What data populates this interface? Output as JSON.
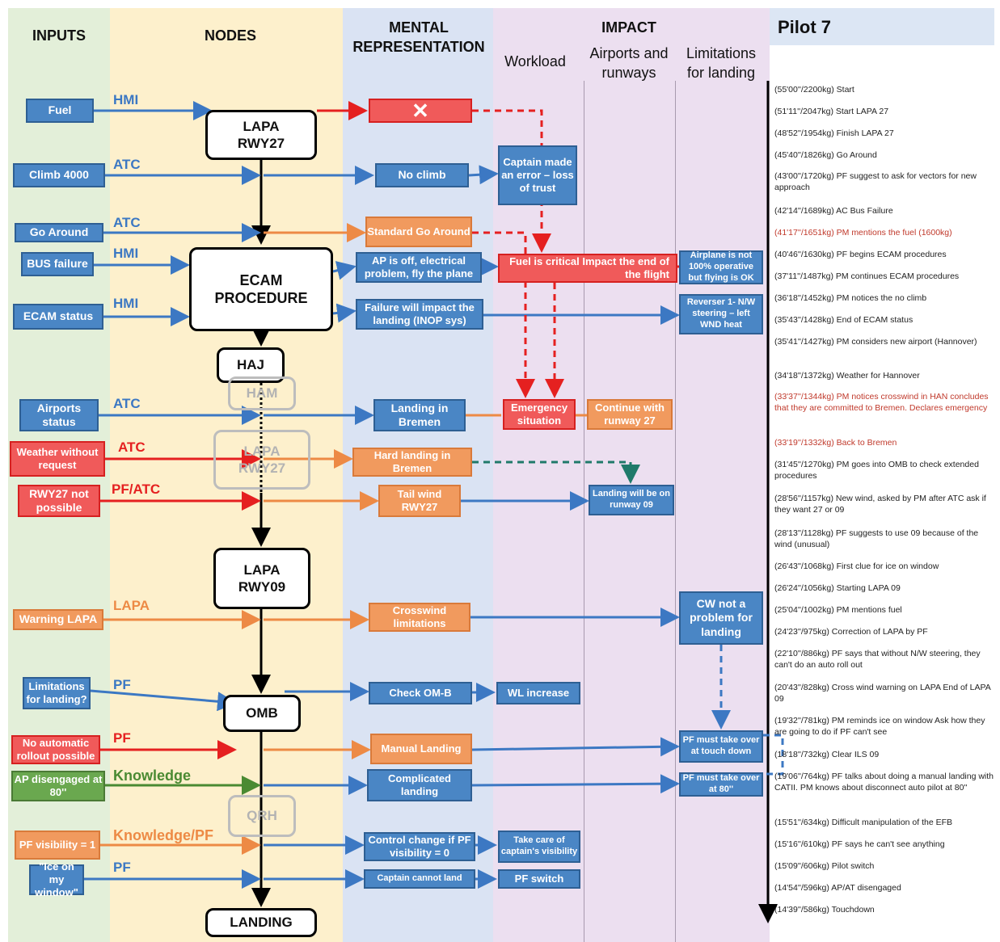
{
  "headers": {
    "inputs": "INPUTS",
    "nodes": "NODES",
    "mental": "MENTAL REPRESENTATION",
    "impact": "IMPACT",
    "workload": "Workload",
    "airports": "Airports and runways",
    "limitations": "Limitations for landing",
    "pilot": "Pilot 7"
  },
  "inputs": {
    "fuel": "Fuel",
    "climb": "Climb 4000",
    "goaround": "Go Around",
    "bus": "BUS failure",
    "ecam": "ECAM status",
    "airports": "Airports status",
    "weather": "Weather without request",
    "rwy27": "RWY27 not possible",
    "warning": "Warning LAPA",
    "limits": "Limitations for landing?",
    "noauto": "No automatic rollout possible",
    "ap80": "AP disengaged at 80''",
    "pfvis": "PF visibility = 1",
    "ice": "\"Ice on my window\""
  },
  "sources": {
    "hmi1": "HMI",
    "atc1": "ATC",
    "atc2": "ATC",
    "hmi2": "HMI",
    "hmi3": "HMI",
    "atc3": "ATC",
    "atc4": "ATC",
    "pfatc": "PF/ATC",
    "lapa": "LAPA",
    "pf1": "PF",
    "pf2": "PF",
    "knowledge": "Knowledge",
    "knowpf": "Knowledge/PF",
    "pf3": "PF"
  },
  "nodes": {
    "lapa27": "LAPA RWY27",
    "ecam": "ECAM PROCEDURE",
    "haj": "HAJ",
    "ham": "HAM",
    "lapa27b": "LAPA RWY27",
    "lapa09": "LAPA RWY09",
    "omb": "OMB",
    "qrh": "QRH",
    "landing": "LANDING"
  },
  "mental": {
    "noclimb": "No climb",
    "stdgo": "Standard Go Around",
    "apoff": "AP is off, electrical problem, fly the plane",
    "failure": "Failure will impact the landing (INOP sys)",
    "bremen": "Landing in Bremen",
    "hard": "Hard landing in Bremen",
    "tail": "Tail wind RWY27",
    "cross": "Crosswind limitations",
    "checkom": "Check OM-B",
    "manual": "Manual Landing",
    "complicated": "Complicated landing",
    "control": "Control change if PF visibility = 0",
    "cannot": "Captain cannot land"
  },
  "impact": {
    "captain": "Captain made an error – loss of trust",
    "fuelcrit": "Fuel is critical Impact the end of the flight",
    "emergency": "Emergency situation",
    "continue": "Continue with runway 27",
    "wlinc": "WL increase",
    "takecare": "Take care of captain's visibility",
    "pfswitch": "PF switch",
    "rwy09": "Landing will be on runway 09",
    "notop": "Airplane is not 100% operative but flying is OK",
    "reverser": "Reverser 1- N/W steering – left WND heat",
    "cwnot": "CW not a problem for landing",
    "takeover1": "PF must take over at touch down",
    "takeover2": "PF must take over at 80''"
  },
  "timeline": [
    {
      "text": "(55'00''/2200kg) Start",
      "highlight": false
    },
    {
      "text": "(51'11''/2047kg) Start LAPA 27",
      "highlight": false
    },
    {
      "text": "(48'52''/1954kg) Finish LAPA 27",
      "highlight": false
    },
    {
      "text": "(45'40''/1826kg) Go Around",
      "highlight": false
    },
    {
      "text": "(43'00''/1720kg) PF suggest to ask for vectors for new approach",
      "highlight": false
    },
    {
      "text": "(42'14''/1689kg) AC Bus Failure",
      "highlight": false
    },
    {
      "text": "(41'17''/1651kg) PM mentions the fuel (1600kg)",
      "highlight": true
    },
    {
      "text": "(40'46''/1630kg) PF begins ECAM procedures",
      "highlight": false
    },
    {
      "text": "(37'11''/1487kg) PM continues ECAM procedures",
      "highlight": false
    },
    {
      "text": "(36'18''/1452kg) PM notices the no climb",
      "highlight": false
    },
    {
      "text": "(35'43''/1428kg) End of ECAM status",
      "highlight": false
    },
    {
      "text": "(35'41''/1427kg) PM considers new airport (Hannover)",
      "highlight": false
    },
    {
      "text": "(34'18''/1372kg) Weather for Hannover",
      "highlight": false
    },
    {
      "text": "(33'37''/1344kg) PM notices crosswind in HAN concludes that they are committed to Bremen. Declares emergency",
      "highlight": true
    },
    {
      "text": "(33'19''/1332kg) Back to Bremen",
      "highlight": true
    },
    {
      "text": "(31'45''/1270kg) PM goes into OMB to check extended procedures",
      "highlight": false
    },
    {
      "text": "(28'56''/1157kg) New wind, asked by PM after ATC ask if they want 27 or 09",
      "highlight": false
    },
    {
      "text": "(28'13''/1128kg) PF suggests to use 09 because of the wind (unusual)",
      "highlight": false
    },
    {
      "text": "(26'43''/1068kg) First clue for ice on window",
      "highlight": false
    },
    {
      "text": "(26'24''/1056kg) Starting LAPA 09",
      "highlight": false
    },
    {
      "text": "(25'04''/1002kg) PM mentions fuel",
      "highlight": false
    },
    {
      "text": "(24'23''/975kg) Correction of LAPA by PF",
      "highlight": false
    },
    {
      "text": "(22'10''/886kg) PF says that without N/W steering, they can't do an auto roll out",
      "highlight": false
    },
    {
      "text": "(20'43''/828kg) Cross wind warning on LAPA End of LAPA 09",
      "highlight": false
    },
    {
      "text": "(19'32''/781kg) PM reminds ice on window Ask how they are going to do if PF can't see",
      "highlight": false
    },
    {
      "text": "(18'18''/732kg) Clear ILS 09",
      "highlight": false
    },
    {
      "text": "(19'06''/764kg) PF talks about doing a manual landing with CATII. PM knows about disconnect auto pilot at 80''",
      "highlight": false
    },
    {
      "text": "(15'51''/634kg) Difficult manipulation of the EFB",
      "highlight": false
    },
    {
      "text": "(15'16''/610kg) PF says he can't see anything",
      "highlight": false
    },
    {
      "text": "(15'09''/606kg) Pilot switch",
      "highlight": false
    },
    {
      "text": "(14'54''/596kg) AP/AT disengaged",
      "highlight": false
    },
    {
      "text": "(14'39''/586kg) Touchdown",
      "highlight": false
    }
  ],
  "colors": {
    "inputs_bg": "#e3efd9",
    "nodes_bg": "#fdf0cc",
    "mental_bg": "#dae3f3",
    "impact_bg": "#ecdff0",
    "pilot_bg": "#dce6f4",
    "blue": "#4a86c5",
    "orange": "#f19a5e",
    "red": "#f05a5a",
    "green": "#6aa84f",
    "teal": "#1f7a6a"
  }
}
